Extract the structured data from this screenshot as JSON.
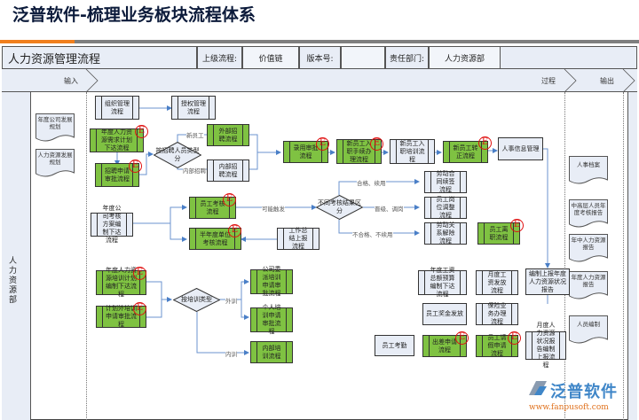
{
  "page_title": "泛普软件-梳理业务板块流程体系",
  "accent_colors": {
    "orange": "#f07f1e",
    "green": "#7fc242",
    "lane_bg": "#e8edf6",
    "line_blue": "#4a7fc7",
    "e_mark": "#e01010"
  },
  "header": {
    "process_name": "人力资源管理流程",
    "parent_label": "上级流程:",
    "parent_value": "价值链",
    "version_label": "版本号:",
    "version_value": "",
    "dept_label": "责任部门:",
    "dept_value": "人力资源部"
  },
  "phases": {
    "input": "输入",
    "process": "过程",
    "output": "输出"
  },
  "lane": {
    "name": "人力资源部"
  },
  "inputs": [
    "年度公司发展规划",
    "人力资源发展规划"
  ],
  "outputs": [
    "人事档案",
    "中高层人员年度考核报告",
    "年中人力资源报告",
    "年度人力资源报告",
    "人员编制"
  ],
  "e_mark": "E",
  "nodes": {
    "org": "组织管理流程",
    "auth": "授权管理流程",
    "annual_plan": "年度人力资源需求计划下达流程",
    "recruit_req": "招聘申请审批流程",
    "by_type": "按招聘人员类型分",
    "external": "外部招聘流程",
    "internal": "内部招聘流程",
    "hire": "录用审批流程",
    "onboard": "新员工入职手续办理流程",
    "training_new": "新员工入职培训流程",
    "regular": "新员工转正流程",
    "hr_info": "人事信息管理",
    "kpi_plan": "年度公司考核方案编制下达流程",
    "emp_eval": "员工考核流程",
    "half_eval": "半年度单位考核流程",
    "work_summary": "工作总结上报流程",
    "by_result": "不同考核结果区分",
    "renew": "劳动合同续签流程",
    "adjust": "员工岗位调整流程",
    "terminate": "劳动关系解除流程",
    "resign": "员工离职流程",
    "train_plan": "年度人力资源培训计划编制下达流程",
    "train_extra": "计划外培训申请审批流程",
    "by_train": "按培训类型",
    "company_train": "公司委派培训申请审批流程",
    "personal_train": "个人培训申请审批流程",
    "internal_train": "内部培训流程",
    "salary_budget": "年度工资总额预算编制下达流程",
    "salary_pay": "月度工资发放流程",
    "annual_report": "编制上报年度人力资源状况报告",
    "bonus": "员工奖金发放",
    "insurance": "保险业务办理流程",
    "attendance": "员工考勤",
    "trip": "出差申请流程",
    "leave": "员工请假申请流程",
    "monthly_report": "月度人力资源状况报告编制上报流程"
  },
  "edge_labels": {
    "new_staff": "新员工",
    "internal_hire": "内部招聘",
    "trigger": "可能触发",
    "pass_renew": "合格、续用",
    "promote": "晋级、调岗",
    "fail": "不合格、不续用",
    "outside": "外训",
    "inside": "内训"
  },
  "logo": {
    "name": "泛普软件",
    "url": "www.fanpusoft.com"
  }
}
